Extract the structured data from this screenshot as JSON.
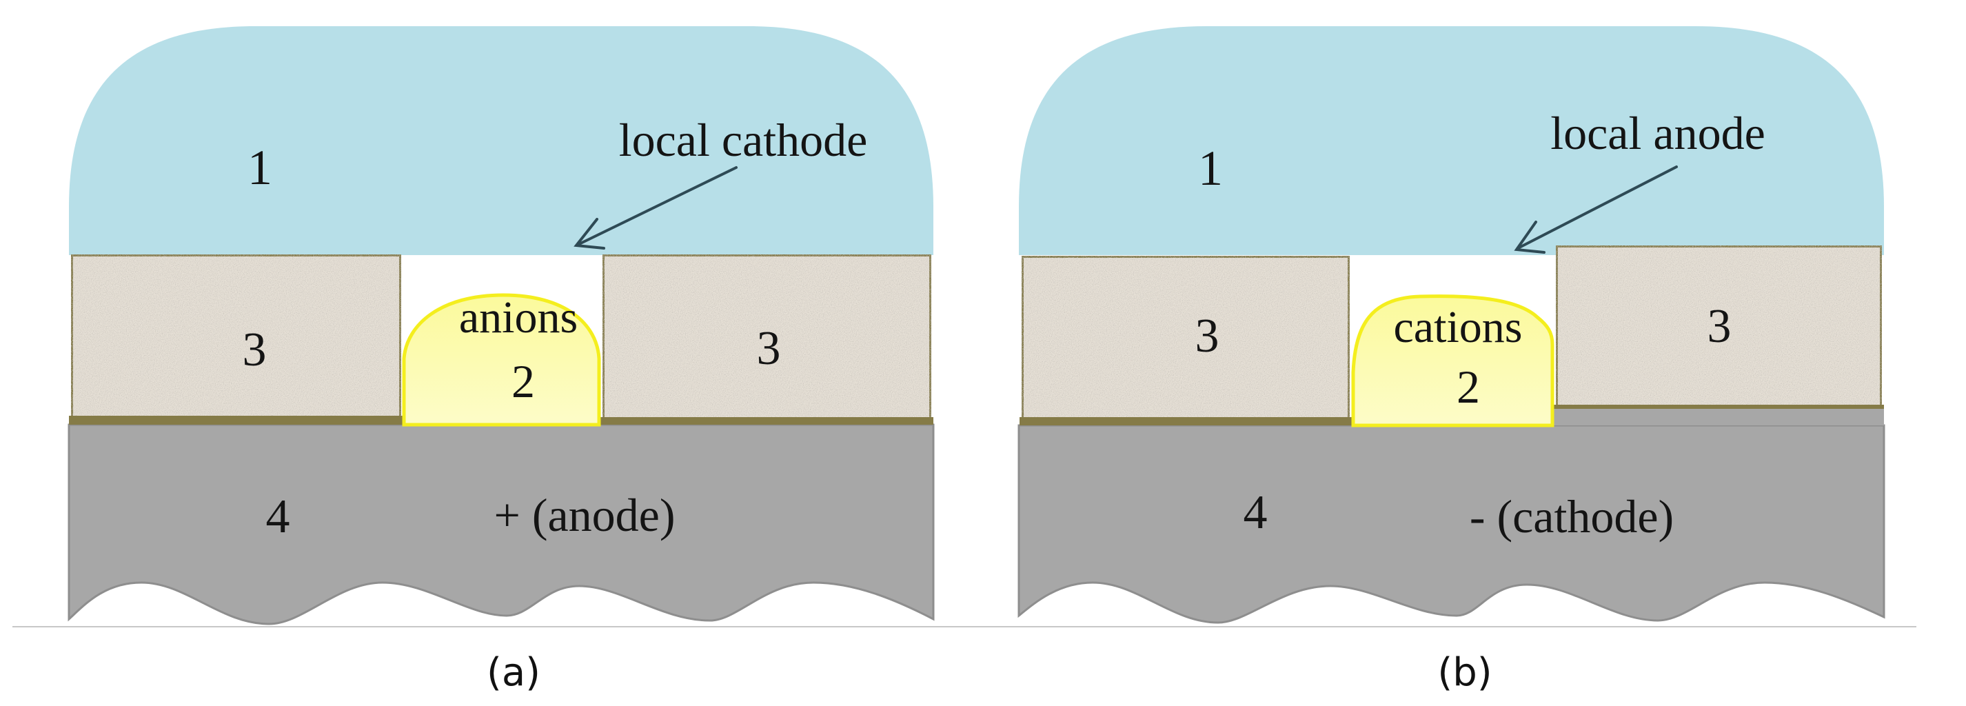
{
  "figure": {
    "separator_color": "#c8c8c8",
    "colors": {
      "electrolyte": "#b7dfe8",
      "coating": "#e6e0d6",
      "coating_border": "#857b47",
      "corrosion_product": "#f9f8a2",
      "corrosion_edge": "#f4ee1e",
      "metal": "#a7a7a7",
      "metal_edge": "#8e8e8e",
      "text": "#141414",
      "arrow": "#2e4a55"
    },
    "panels": [
      {
        "id": "a",
        "caption": "(a)",
        "electrolyte_label": "1",
        "corrosion_label": "2",
        "coating_left_label": "3",
        "coating_right_label": "3",
        "metal_label": "4",
        "ion_label": "anions",
        "pointer_label": "local cathode",
        "electrode_label": "+ (anode)"
      },
      {
        "id": "b",
        "caption": "(b)",
        "electrolyte_label": "1",
        "corrosion_label": "2",
        "coating_left_label": "3",
        "coating_right_label": "3",
        "metal_label": "4",
        "ion_label": "cations",
        "pointer_label": "local anode",
        "electrode_label": "- (cathode)"
      }
    ]
  }
}
